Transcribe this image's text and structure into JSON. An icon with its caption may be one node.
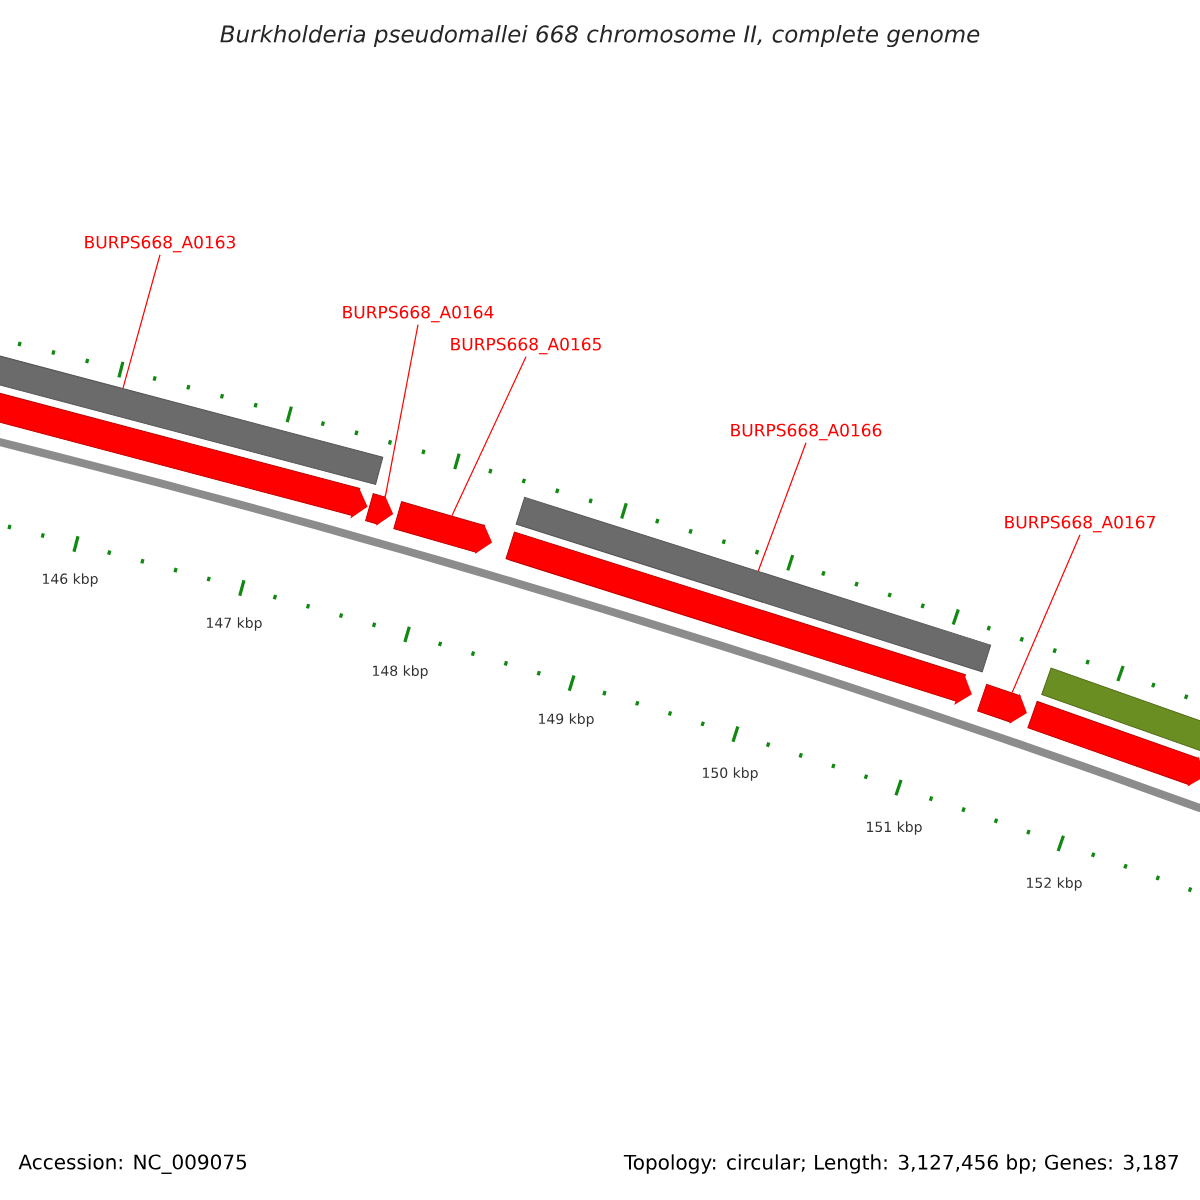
{
  "diagram": {
    "title": "Burkholderia pseudomallei 668 chromosome II, complete genome",
    "nodes": [
      {
        "text": [
          "BURPS668_A0163"
        ]
      },
      {
        "text": [
          "BURPS668_A0164"
        ]
      },
      {
        "text": [
          "BURPS668_A0165"
        ]
      },
      {
        "text": [
          "BURPS668_A0166"
        ]
      },
      {
        "text": [
          "BURPS668_A0167"
        ]
      },
      {
        "text": [],
        "shape": "bar"
      },
      {
        "text": [],
        "shape": "pentagon"
      },
      {
        "text": [],
        "shape": "pentagon"
      },
      {
        "text": [],
        "shape": "pentagon"
      },
      {
        "text": [],
        "shape": "bar"
      },
      {
        "text": [],
        "shape": "pentagon"
      },
      {
        "text": [],
        "shape": "pentagon"
      },
      {
        "text": [],
        "shape": "bar"
      },
      {
        "text": [],
        "shape": "pentagon"
      }
    ],
    "edges": [
      {
        "from": 0,
        "to": 5,
        "arrow": "none"
      },
      {
        "from": 1,
        "to": 7,
        "arrow": "none"
      },
      {
        "from": 2,
        "to": 8,
        "arrow": "none"
      },
      {
        "from": 3,
        "to": 9,
        "arrow": "none"
      },
      {
        "from": 4,
        "to": 11,
        "arrow": "none"
      }
    ],
    "labels": [
      "146 kbp",
      "147 kbp",
      "148 kbp",
      "149 kbp",
      "150 kbp",
      "151 kbp",
      "152 kbp",
      "Accession: NC_009075",
      "Topology: circular; Length: 3,127,456 bp; Genes: 3,187"
    ]
  }
}
